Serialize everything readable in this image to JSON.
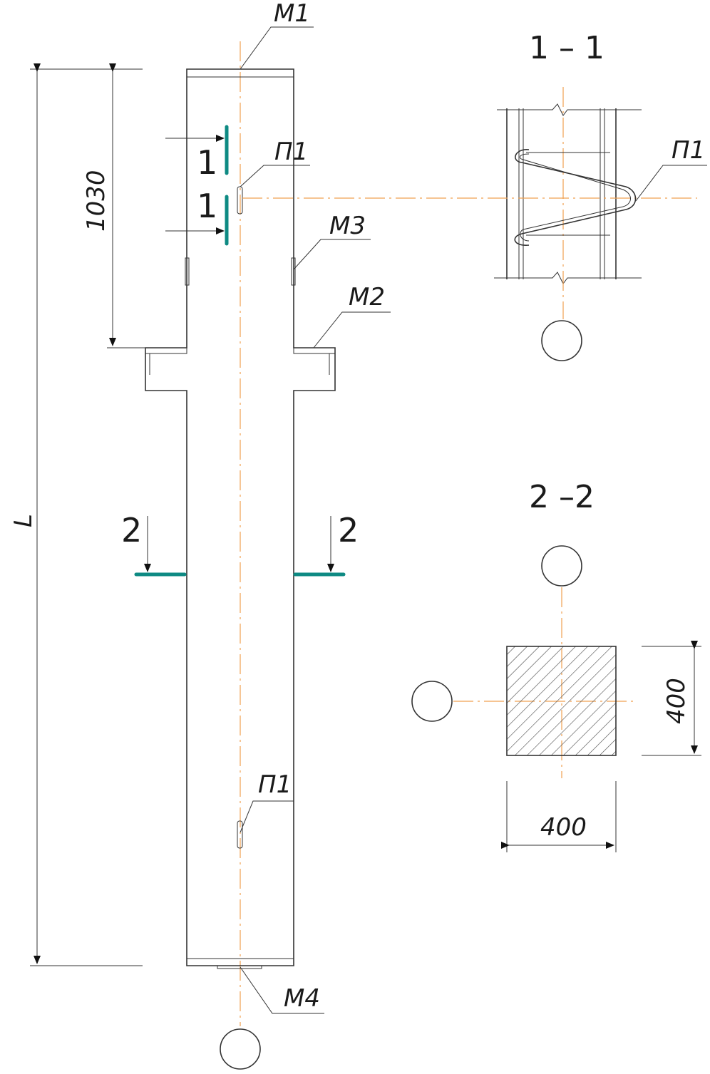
{
  "labels": {
    "m1": "М1",
    "m2": "М2",
    "m3": "М3",
    "m4": "М4",
    "p1_top": "П1",
    "p1_bottom": "П1",
    "p1_section": "П1"
  },
  "dimensions": {
    "length": "L",
    "top_segment": "1030",
    "section_width": "400",
    "section_height": "400"
  },
  "sections": {
    "s1_title": "1 – 1",
    "s2_title": "2 –2",
    "s1_mark_upper": "1",
    "s1_mark_lower": "1",
    "s2_mark_left": "2",
    "s2_mark_right": "2"
  },
  "colors": {
    "axis": "#f0a050",
    "cut_line": "#0e8a83",
    "line": "#333333"
  }
}
